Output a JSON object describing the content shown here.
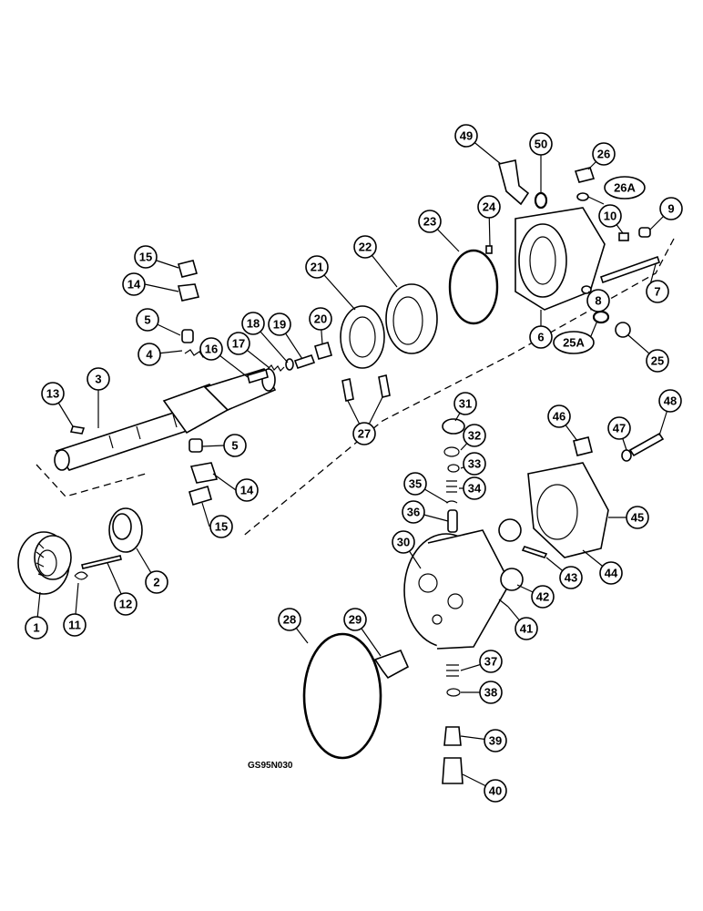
{
  "figure_code": "GS95N030",
  "callouts": [
    "1",
    "2",
    "3",
    "4",
    "5",
    "6",
    "7",
    "8",
    "9",
    "10",
    "11",
    "12",
    "13",
    "14",
    "15",
    "16",
    "17",
    "18",
    "19",
    "20",
    "21",
    "22",
    "23",
    "24",
    "25",
    "25A",
    "26",
    "26A",
    "27",
    "28",
    "29",
    "30",
    "31",
    "32",
    "33",
    "34",
    "35",
    "36",
    "37",
    "38",
    "39",
    "40",
    "41",
    "42",
    "43",
    "44",
    "45",
    "46",
    "47",
    "48",
    "49",
    "50"
  ],
  "colors": {
    "ink": "#000000",
    "paper": "#ffffff"
  }
}
